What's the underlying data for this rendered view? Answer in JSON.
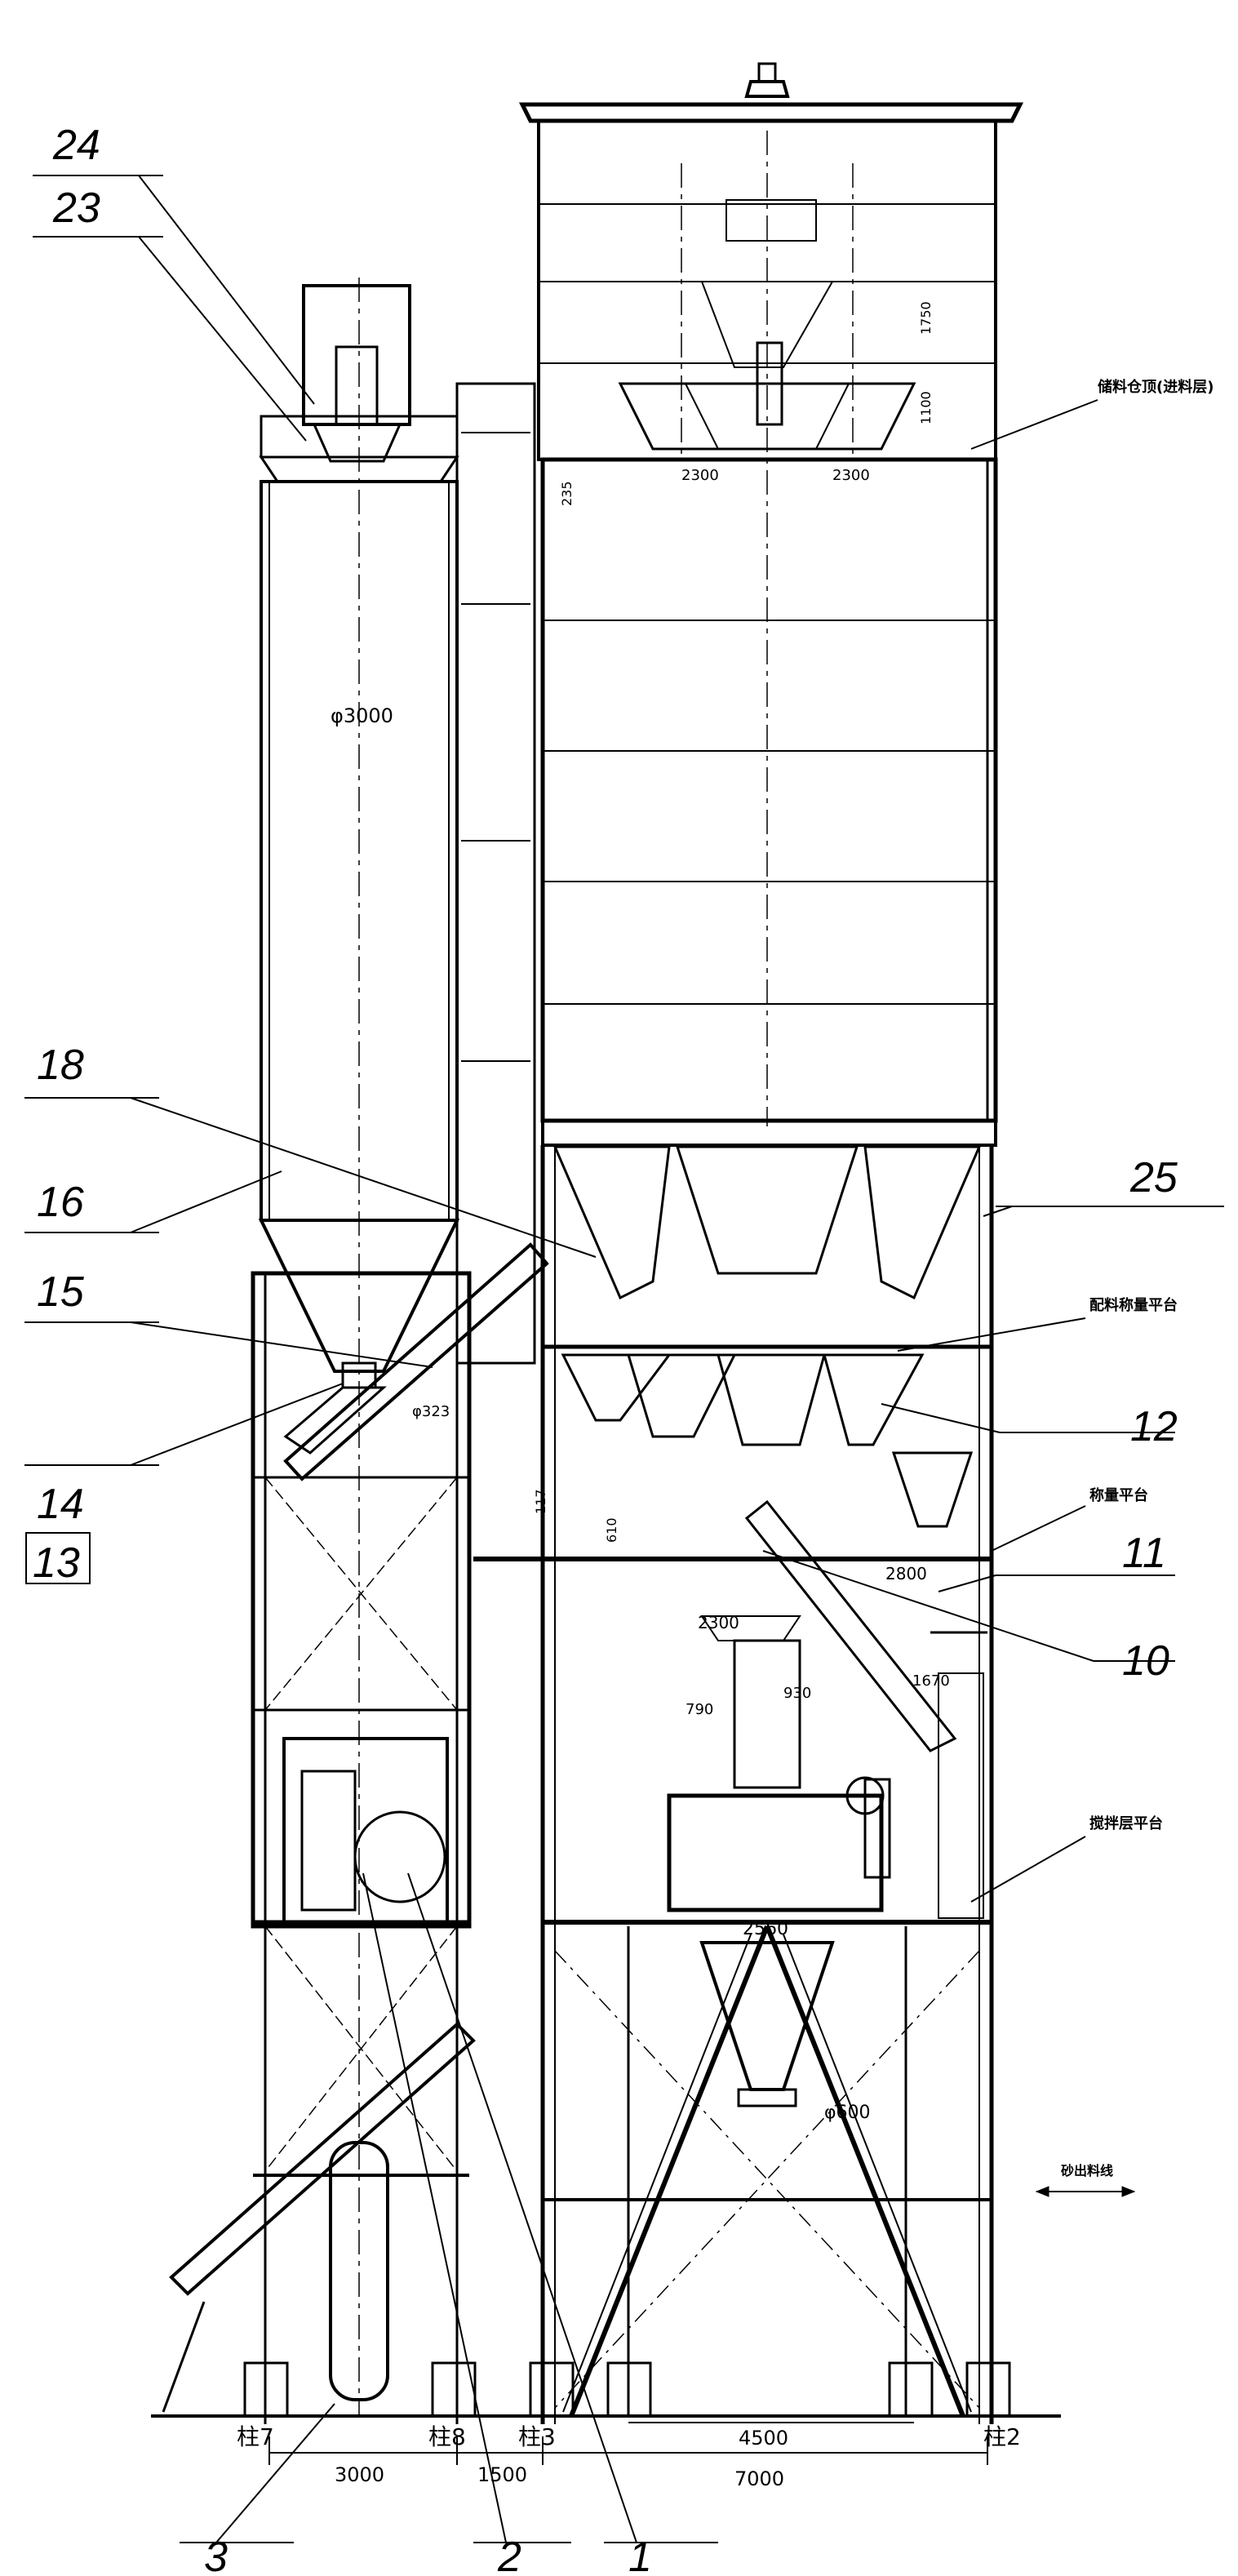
{
  "callouts": {
    "c1": "1",
    "c2": "2",
    "c3": "3",
    "c10": "10",
    "c11": "11",
    "c12": "12",
    "c13": "13",
    "c14": "14",
    "c15": "15",
    "c16": "16",
    "c18": "18",
    "c23": "23",
    "c24": "24",
    "c25": "25"
  },
  "dimensions": {
    "d3000_bottom": "3000",
    "d1500_bottom": "1500",
    "d7000_bottom": "7000",
    "d4500_bottom": "4500",
    "d2300_left": "2300",
    "d2300_right": "2300",
    "d1750": "1750",
    "d1100": "1100",
    "d235": "235",
    "d3000_silo": "φ3000",
    "d323": "φ323",
    "d2300_mid": "2300",
    "d2800": "2800",
    "d930": "930",
    "d790": "790",
    "d1670": "1670",
    "d610": "610",
    "d117": "117",
    "d2560": "2560",
    "d600": "φ600"
  },
  "columns": {
    "col7": "柱7",
    "col8": "柱8",
    "col3": "柱3",
    "col2": "柱2"
  },
  "notes": {
    "n1": "储料仓顶(进料层)",
    "n2": "配料称量平台",
    "n3": "称量平台",
    "n4": "搅拌层平台",
    "n5": "砂出料线"
  }
}
